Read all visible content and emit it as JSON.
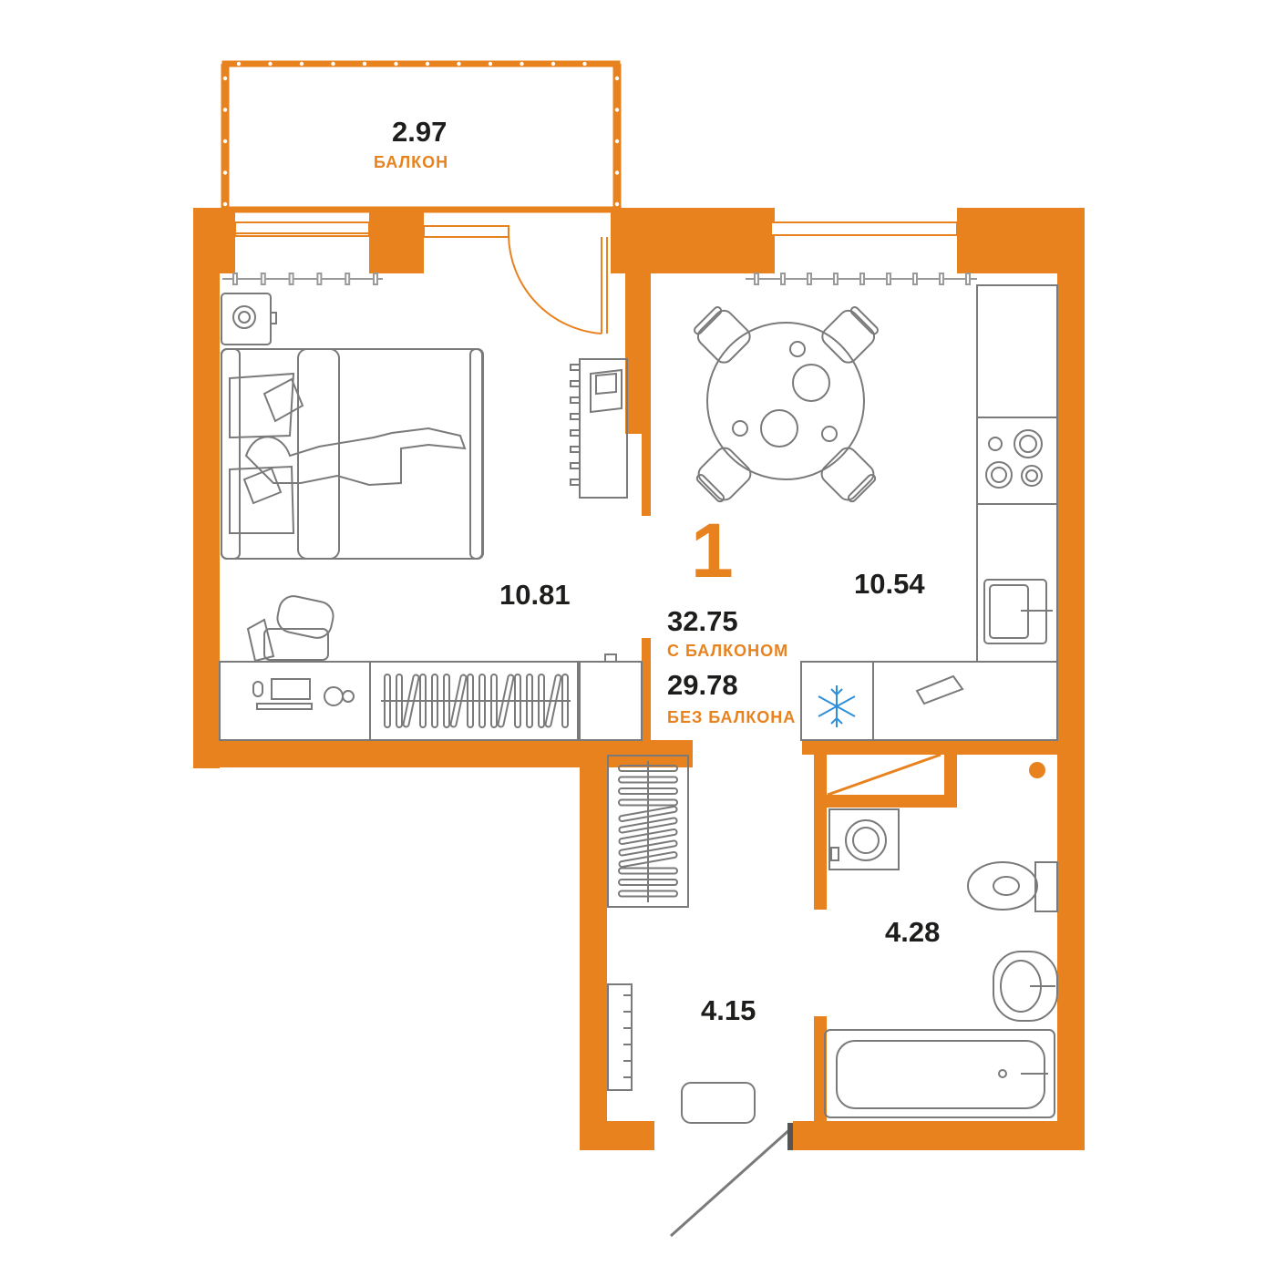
{
  "plan": {
    "rooms_count": "1",
    "total_with_balcony": "32.75",
    "total_with_balcony_label": "С БАЛКОНОМ",
    "total_without_balcony": "29.78",
    "total_without_balcony_label": "БЕЗ БАЛКОНА",
    "rooms": [
      {
        "id": "balcony",
        "area": "2.97",
        "label": "БАЛКОН"
      },
      {
        "id": "bedroom",
        "area": "10.81"
      },
      {
        "id": "kitchen",
        "area": "10.54"
      },
      {
        "id": "hallway",
        "area": "4.15"
      },
      {
        "id": "bathroom",
        "area": "4.28"
      }
    ],
    "colors": {
      "wall": "#e8821e",
      "furniture_line": "#7a7a7a",
      "fridge_icon": "#2f8fd8",
      "text": "#1d1d1b"
    }
  }
}
